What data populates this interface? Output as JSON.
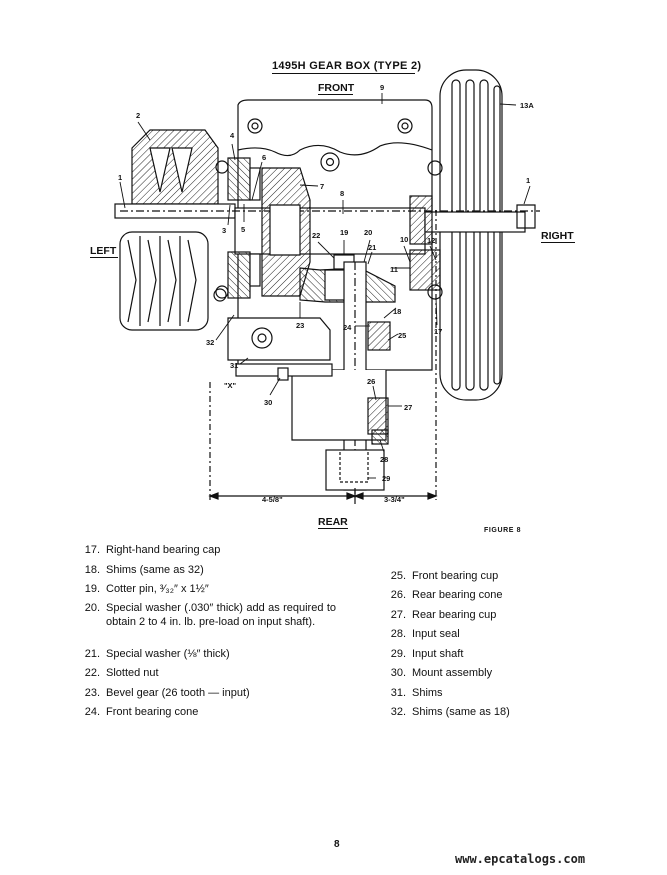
{
  "figure": {
    "title": "1495H GEAR BOX (TYPE 2)",
    "front_label": "FRONT",
    "rear_label": "REAR",
    "left_label": "LEFT",
    "right_label": "RIGHT",
    "figure_label": "FIGURE 8",
    "dimension_left": "4-5/8\"",
    "dimension_right": "3-3/4\"",
    "view_marker": "\"X\"",
    "callouts": [
      "1",
      "2",
      "3",
      "4",
      "5",
      "6",
      "7",
      "8",
      "9",
      "10",
      "11",
      "12",
      "13A",
      "17",
      "18",
      "19",
      "20",
      "21",
      "22",
      "23",
      "24",
      "25",
      "26",
      "27",
      "28",
      "29",
      "30",
      "31",
      "32",
      "1"
    ]
  },
  "parts_left": [
    {
      "num": "17.",
      "desc": "Right-hand bearing cap"
    },
    {
      "num": "18.",
      "desc": "Shims (same as 32)"
    },
    {
      "num": "19.",
      "desc": "Cotter pin, ³⁄₃₂″ x 1½″"
    },
    {
      "num": "20.",
      "desc": "Special washer (.030″ thick) add as required to obtain 2 to 4 in. lb. pre-load on input shaft)."
    },
    {
      "num": "21.",
      "desc": "Special washer (⅛″ thick)"
    },
    {
      "num": "22.",
      "desc": "Slotted nut"
    },
    {
      "num": "23.",
      "desc": "Bevel gear (26 tooth — input)"
    },
    {
      "num": "24.",
      "desc": "Front bearing cone"
    }
  ],
  "parts_right": [
    {
      "num": "25.",
      "desc": "Front bearing cup"
    },
    {
      "num": "26.",
      "desc": "Rear bearing cone"
    },
    {
      "num": "27.",
      "desc": "Rear bearing cup"
    },
    {
      "num": "28.",
      "desc": "Input seal"
    },
    {
      "num": "29.",
      "desc": "Input shaft"
    },
    {
      "num": "30.",
      "desc": "Mount assembly"
    },
    {
      "num": "31.",
      "desc": "Shims"
    },
    {
      "num": "32.",
      "desc": "Shims (same as 18)"
    }
  ],
  "page_number": "8",
  "watermark": "www.epcatalogs.com"
}
